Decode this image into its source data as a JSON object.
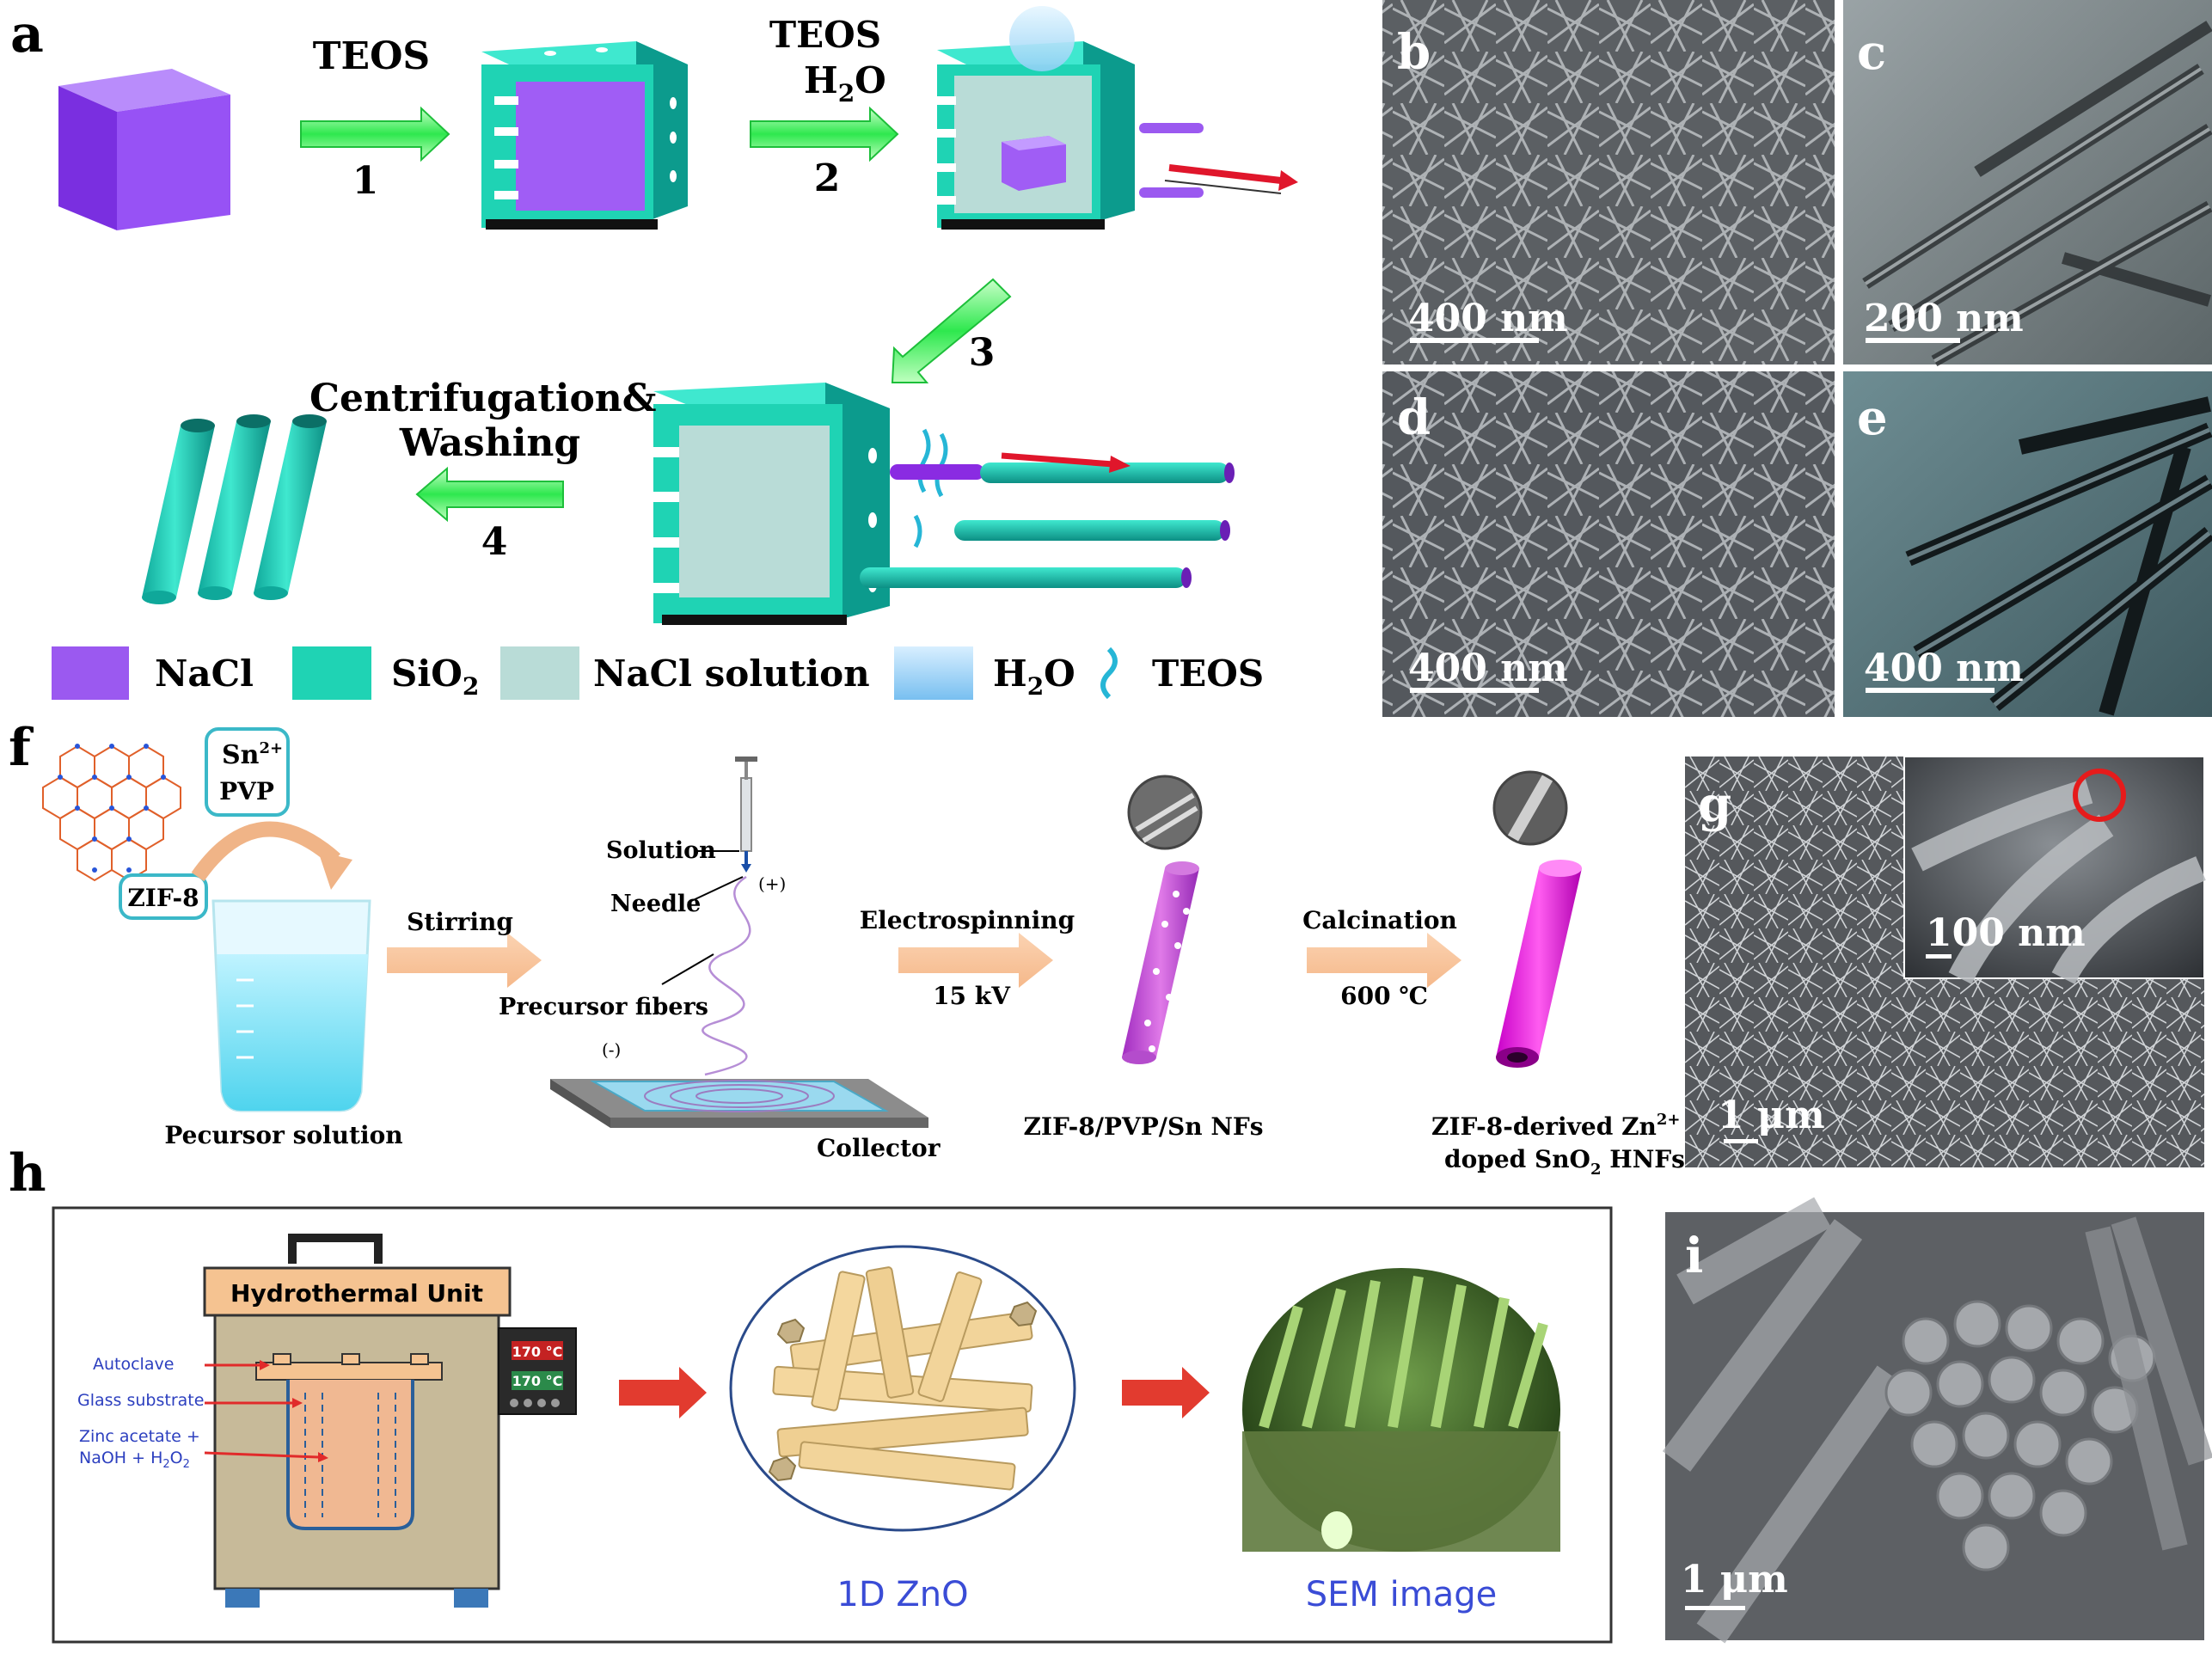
{
  "panel_letters": {
    "a": "a",
    "b": "b",
    "c": "c",
    "d": "d",
    "e": "e",
    "f": "f",
    "g": "g",
    "h": "h",
    "i": "i"
  },
  "panel_a": {
    "step1_reagent": "TEOS",
    "step1_num": "1",
    "step2_reagent_line1": "TEOS",
    "step2_reagent_line2": "H",
    "step2_sub": "2",
    "step2_reagent_line2_tail": "O",
    "step2_num": "2",
    "step3_num": "3",
    "step4_label_line1": "Centrifugation",
    "step4_amp": "&",
    "step4_label_line2": "Washing",
    "step4_num": "4",
    "legend": {
      "nacl": "NaCl",
      "sio2_main": "SiO",
      "sio2_sub": "2",
      "solution": "NaCl solution",
      "h2o_main": "H",
      "h2o_sub": "2",
      "h2o_tail": "O",
      "teos": "TEOS"
    },
    "colors": {
      "nacl": "#9b59f0",
      "sio2": "#1fd3b4",
      "solution": "#b9dcd7",
      "h2o": "#8cc8f0",
      "teos": "#26b6d6"
    }
  },
  "micrographs": {
    "b_scale": "400 nm",
    "c_scale": "200 nm",
    "d_scale": "400 nm",
    "e_scale": "400 nm",
    "g_scale": "1 μm",
    "g_inset_scale": "100 nm",
    "i_scale": "1 μm"
  },
  "panel_f": {
    "sn_ion": "Sn",
    "sn_charge": "2+",
    "pvp": "PVP",
    "zif8": "ZIF-8",
    "precursor_solution": "Pecursor solution",
    "stirring": "Stirring",
    "solution": "Solution",
    "needle": "Needle",
    "plus": "(+)",
    "minus": "(-)",
    "precursor_fibers": "Precursor fibers",
    "collector": "Collector",
    "electrospinning": "Electrospinning",
    "voltage": "15 kV",
    "nf_label": "ZIF-8/PVP/Sn NFs",
    "calcination": "Calcination",
    "temperature": "600 ℃",
    "product_line1": "ZIF-8-derived Zn",
    "product_charge": "2+",
    "product_line2_a": "doped SnO",
    "product_sub": "2",
    "product_line2_b": " HNFs"
  },
  "panel_h": {
    "unit_title": "Hydrothermal Unit",
    "autoclave": "Autoclave",
    "glass_substrate": "Glass substrate",
    "precursor_line1": "Zinc acetate +",
    "precursor_line2": "NaOH + H",
    "precursor_sub": "2",
    "precursor_tail": "O",
    "precursor_sub2": "2",
    "display1": "170 °C",
    "display2": "170 °C",
    "zno_label": "1D ZnO",
    "sem_label": "SEM image"
  }
}
